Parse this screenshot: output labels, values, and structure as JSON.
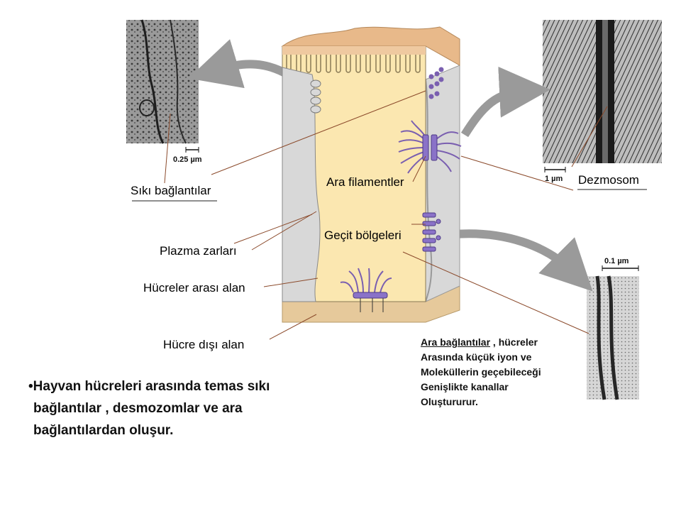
{
  "labels": {
    "tight_junctions": "Sıkı bağlantılar",
    "intermediate_filaments": "Ara filamentler",
    "desmosome": "Dezmosom",
    "gap_regions": "Geçit bölgeleri",
    "plasma_membranes": "Plazma zarları",
    "intercellular_space": "Hücreler arası alan",
    "extracellular_space": "Hücre dışı alan"
  },
  "scale_bars": {
    "tight": "0.25 µm",
    "desmosome": "1 µm",
    "gap": "0.1 µm"
  },
  "gap_note": {
    "term": "Ara bağlantılar",
    "line1_rest": " , hücreler",
    "line2": "Arasında küçük iyon ve",
    "line3": "Moleküllerin geçebileceği",
    "line4": "Genişlikte kanallar",
    "line5": "Oluştururur."
  },
  "bullet_text": {
    "line1": "•Hayvan hücreleri arasında temas sıkı",
    "line2": "bağlantılar , desmozomlar ve ara",
    "line3": "bağlantılardan oluşur."
  },
  "colors": {
    "cell_fill": "#fbe7b0",
    "neighbor_cell": "#d8d8d8",
    "matrix": "#e6c99b",
    "protein": "#7a5fb0",
    "arrow": "#9a9a9a",
    "leader_line": "#8b4a2b"
  }
}
